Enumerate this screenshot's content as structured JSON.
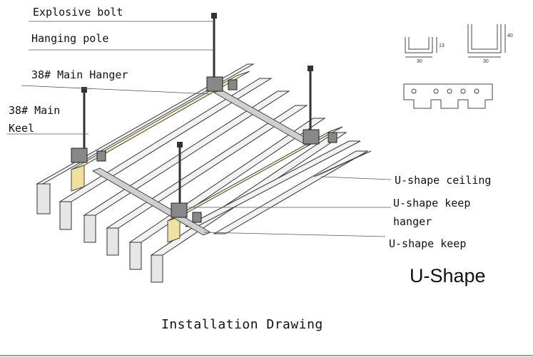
{
  "labels": {
    "explosive_bolt": "Explosive bolt",
    "hanging_pole": "Hanging pole",
    "main_hanger": "38# Main Hanger",
    "main_keel_1": "38# Main",
    "main_keel_2": "Keel",
    "u_ceiling": "U-shape ceiling",
    "u_keep_hanger_1": "U-shape keep",
    "u_keep_hanger_2": "hanger",
    "u_keep": "U-shape keep"
  },
  "profile": {
    "title": "U-Shape",
    "small_width": "30",
    "small_height": "13",
    "large_width": "30",
    "large_height": "40"
  },
  "caption": "Installation Drawing"
}
